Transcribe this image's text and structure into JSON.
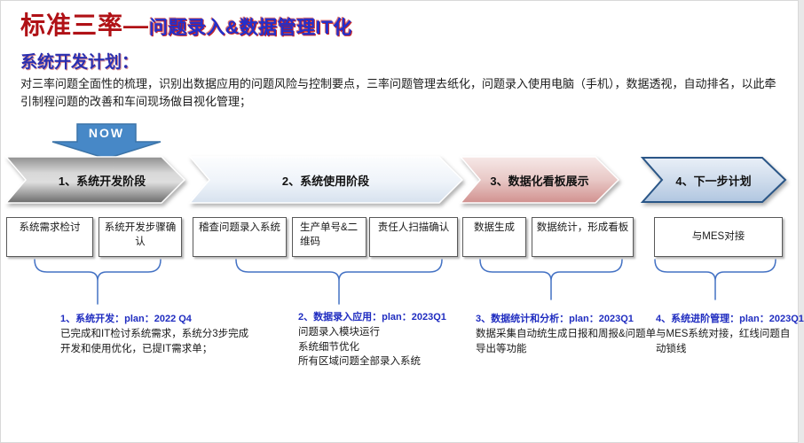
{
  "title": {
    "main": "标准三率—",
    "sub": "问题录入&数据管理IT化"
  },
  "section": {
    "heading": "系统开发计划：",
    "description": "对三率问题全面性的梳理，识别出数据应用的问题风险与控制要点，三率问题管理去纸化，问题录入使用电脑（手机），数据透视，自动排名，以此牵引制程问题的改善和车间现场做目视化管理；"
  },
  "now_label": "NOW",
  "phases": [
    {
      "label": "1、系统开发阶段",
      "theme": "gray"
    },
    {
      "label": "2、系统使用阶段",
      "theme": "lightblue"
    },
    {
      "label": "3、数据化看板展示",
      "theme": "pink"
    },
    {
      "label": "4、下一步计划",
      "theme": "blue"
    }
  ],
  "boxes": [
    {
      "label": "系统需求检讨"
    },
    {
      "label": "系统开发步骤确认"
    },
    {
      "label": "稽查问题录入系统"
    },
    {
      "label": "生产单号&二维码"
    },
    {
      "label": "责任人扫描确认"
    },
    {
      "label": "数据生成"
    },
    {
      "label": "数据统计，形成看板"
    },
    {
      "label": "与MES对接"
    }
  ],
  "annotations": [
    {
      "title": "1、系统开发：plan：2022 Q4",
      "lines": [
        "已完成和IT检讨系统需求，系统分3步完成开发和使用优化，已提IT需求单；"
      ]
    },
    {
      "title": "2、数据录入应用：plan：2023Q1",
      "lines": [
        "问题录入模块运行",
        "系统细节优化",
        "所有区域问题全部录入系统"
      ]
    },
    {
      "title": "3、数据统计和分析：plan：2023Q1",
      "lines": [
        "数据采集自动统生成日报和周报&问题单导出等功能"
      ]
    },
    {
      "title": "4、系统进阶管理：plan：2023Q1",
      "lines": [
        "与MES系统对接，红线问题自动锁线"
      ]
    }
  ],
  "colors": {
    "title_red": "#b01116",
    "title_blue": "#2230cc",
    "heading_blue": "#2a2fb0",
    "now_blue": "#4788c7",
    "phase_gray_dark": "#6b6b6b",
    "phase_lightblue": "#d6e1ee",
    "phase_pink": "#d1918f",
    "phase_blue_border": "#2a5687",
    "brace_blue": "#4472c4",
    "annotation_blue": "#1f2cc0"
  }
}
